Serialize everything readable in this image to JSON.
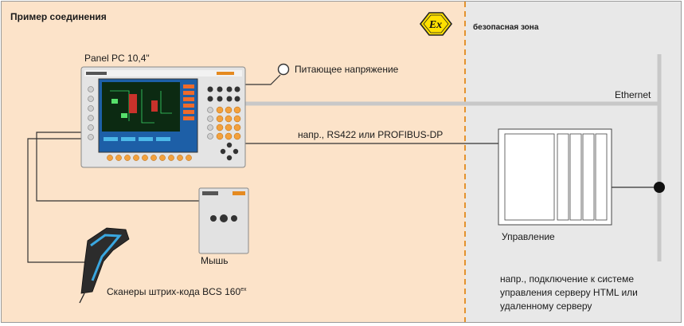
{
  "zones": {
    "hazardous_title": "Пример соединения",
    "safe_title": "безопасная зона",
    "ex_symbol": "Ex"
  },
  "devices": {
    "panel_pc": "Panel PC 10,4\"",
    "power_supply": "Питающее напряжение",
    "ethernet": "Ethernet",
    "serial_link": "напр., RS422 или PROFIBUS-DP",
    "mouse": "Мышь",
    "scanner_main": "Сканеры штрих-кода BCS 160",
    "scanner_sup": "ex",
    "controller": "Управление"
  },
  "note": {
    "line1": "напр., подключение к системе",
    "line2": "управления серверу HTML или",
    "line3": "удаленному серверу"
  },
  "colors": {
    "hazard_zone_bg": "#fce3c9",
    "safe_zone_bg": "#e8e8e8",
    "zone_border_dash": "#e3922e",
    "ex_badge": "#ffe100",
    "keypad_orange": "#f3a13d",
    "screen_blue": "#1d5fa7"
  },
  "icons": [
    "ex-hazard-icon",
    "power-supply-terminal-icon",
    "barcode-scanner-icon",
    "mouse-device-icon",
    "network-node-icon"
  ]
}
